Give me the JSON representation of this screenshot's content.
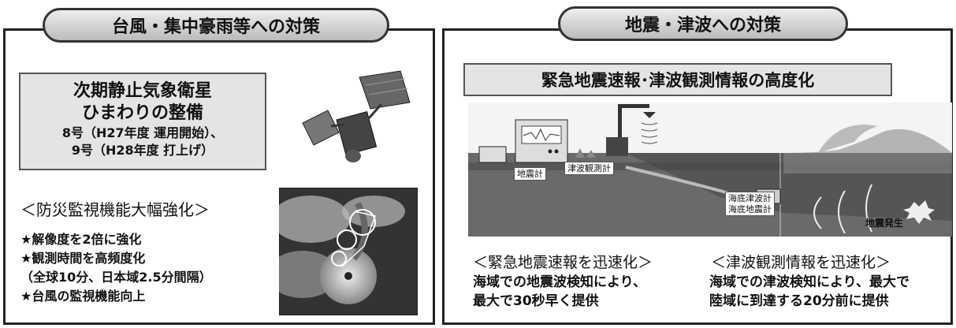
{
  "left_section": {
    "title": "台風・集中豪雨等への対策",
    "himawari": {
      "line1": "次期静止気象衛星",
      "line2": "ひまわりの整備",
      "line3": "8号（H27年度 運用開始）、",
      "line4": "9号（H28年度 打上げ）"
    },
    "disaster_heading": "＜防災監視機能大幅強化＞",
    "bullets": [
      "★解像度を2倍に強化",
      "★観測時間を高頻度化",
      "（全球10分、日本域2.5分間隔）",
      "★台風の監視機能向上"
    ]
  },
  "right_section": {
    "title": "地震・津波への対策",
    "box_title": "緊急地震速報･津波観測情報の高度化",
    "diagram_labels": {
      "seismometer": "地震計",
      "tsunami_observation_meter": "津波観測計",
      "seafloor_tsunami_meter": "海底津波計",
      "seafloor_seismometer": "海底地震計",
      "earthquake_occurrence": "地震発生"
    },
    "eew": {
      "heading": "＜緊急地震速報を迅速化＞",
      "body": [
        "海域での地震波検知により、",
        "最大で30秒早く提供"
      ]
    },
    "tsunami": {
      "heading": "＜津波観測情報を迅速化＞",
      "body": [
        "海域での津波検知により、最大で",
        "陸域に到達する20分前に提供"
      ]
    }
  }
}
